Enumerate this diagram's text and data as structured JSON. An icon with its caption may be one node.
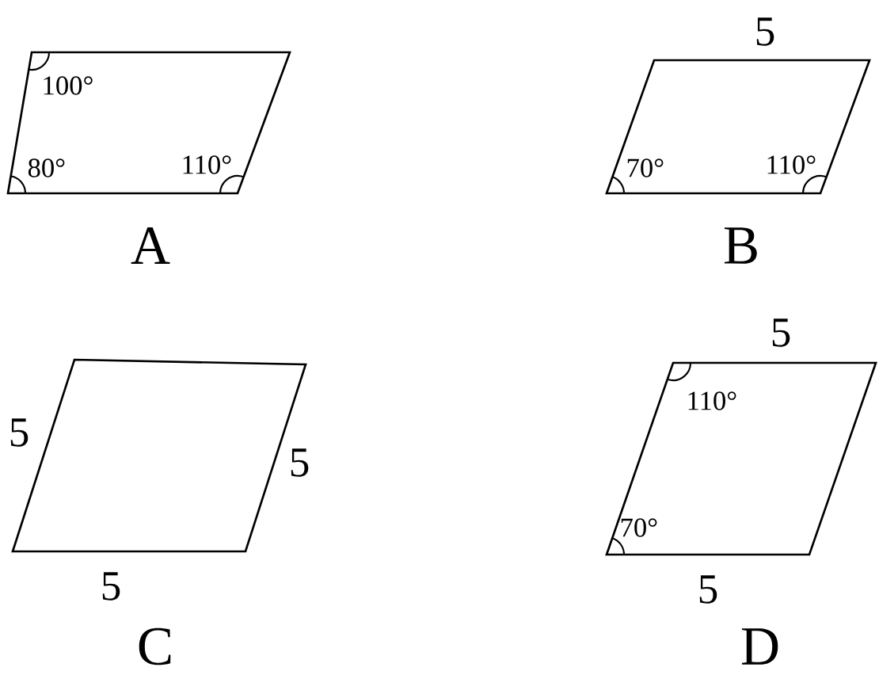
{
  "diagram": {
    "nodes": [
      {
        "text": [
          "100°",
          "80°",
          "110°"
        ],
        "beside": [
          "A"
        ]
      },
      {
        "text": [
          "70°",
          "110°"
        ],
        "beside": [
          "5",
          "B"
        ]
      },
      {
        "text": [],
        "shape": "parallelogram",
        "beside": [
          "5",
          "5",
          "5",
          "C"
        ]
      },
      {
        "text": [
          "110°",
          "70°"
        ],
        "beside": [
          "5",
          "5",
          "D"
        ]
      }
    ]
  }
}
